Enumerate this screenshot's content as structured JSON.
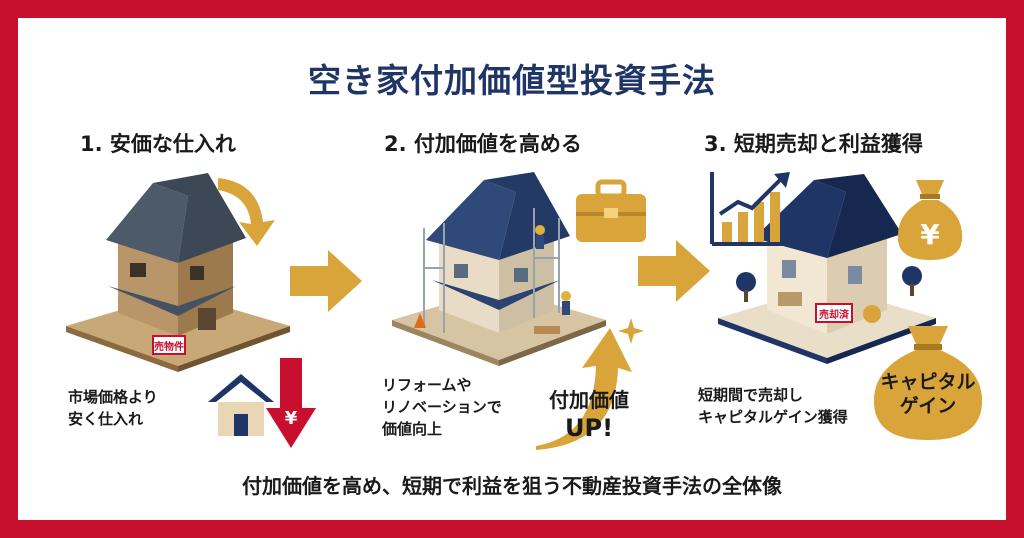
{
  "title": "空き家付加価値型投資手法",
  "steps": [
    {
      "heading": "1. 安価な仕入れ",
      "desc_line1": "市場価格より",
      "desc_line2": "安く仕入れ",
      "sign": "売物件"
    },
    {
      "heading": "2. 付加価値を高める",
      "desc_line1": "リフォームや",
      "desc_line2": "リノベーションで",
      "desc_line3": "価値向上",
      "badge_line1": "付加価値",
      "badge_line2": "UP!"
    },
    {
      "heading": "3. 短期売却と利益獲得",
      "desc_line1": "短期間で売却し",
      "desc_line2": "キャピタルゲイン獲得",
      "sign": "売却済",
      "badge_line1": "キャピタル",
      "badge_line2": "ゲイン"
    }
  ],
  "yen_symbol": "¥",
  "footer": "付加価値を高め、短期で利益を狙う不動産投資手法の全体像",
  "colors": {
    "frame": "#c8102e",
    "title": "#1f3566",
    "gold": "#d9a53a",
    "navy": "#1f3566",
    "down_red": "#c8102e"
  },
  "icons": [
    "down-curved-arrow-icon",
    "house-icon",
    "down-arrow-yen-icon",
    "right-arrow-icon",
    "toolbox-icon",
    "up-arrow-icon",
    "sparkle-icon",
    "growth-chart-icon",
    "money-bag-icon"
  ]
}
